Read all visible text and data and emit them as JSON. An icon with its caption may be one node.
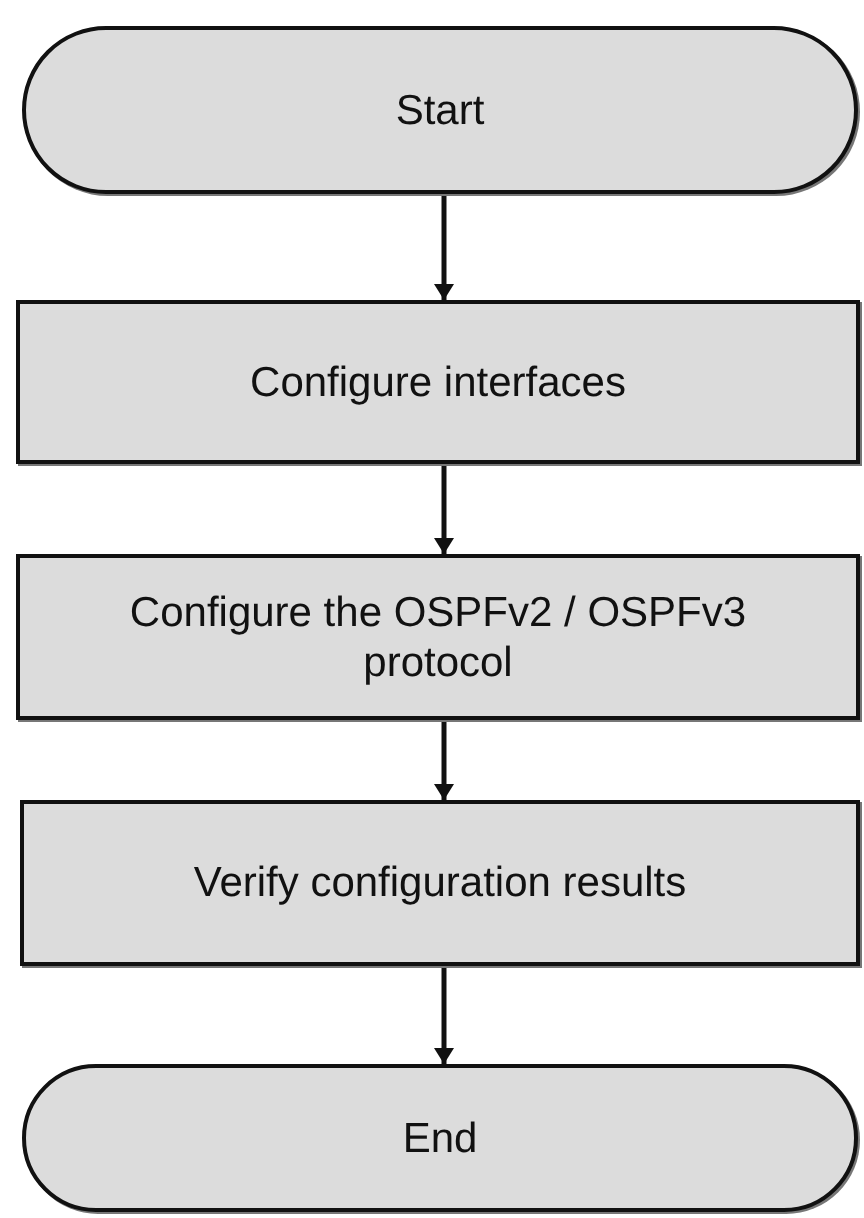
{
  "diagram": {
    "nodes": [
      {
        "text": [
          "Start"
        ]
      },
      {
        "text": [
          "Configure interfaces"
        ]
      },
      {
        "text": [
          "Configure the OSPFv2 / OSPFv3 protocol"
        ]
      },
      {
        "text": [
          "Verify configuration results"
        ]
      },
      {
        "text": [
          "End"
        ]
      }
    ],
    "edges": [
      {
        "from": 0,
        "to": 1,
        "arrow": "to"
      },
      {
        "from": 1,
        "to": 2,
        "arrow": "to"
      },
      {
        "from": 2,
        "to": 3,
        "arrow": "to"
      },
      {
        "from": 3,
        "to": 4,
        "arrow": "to"
      }
    ]
  }
}
